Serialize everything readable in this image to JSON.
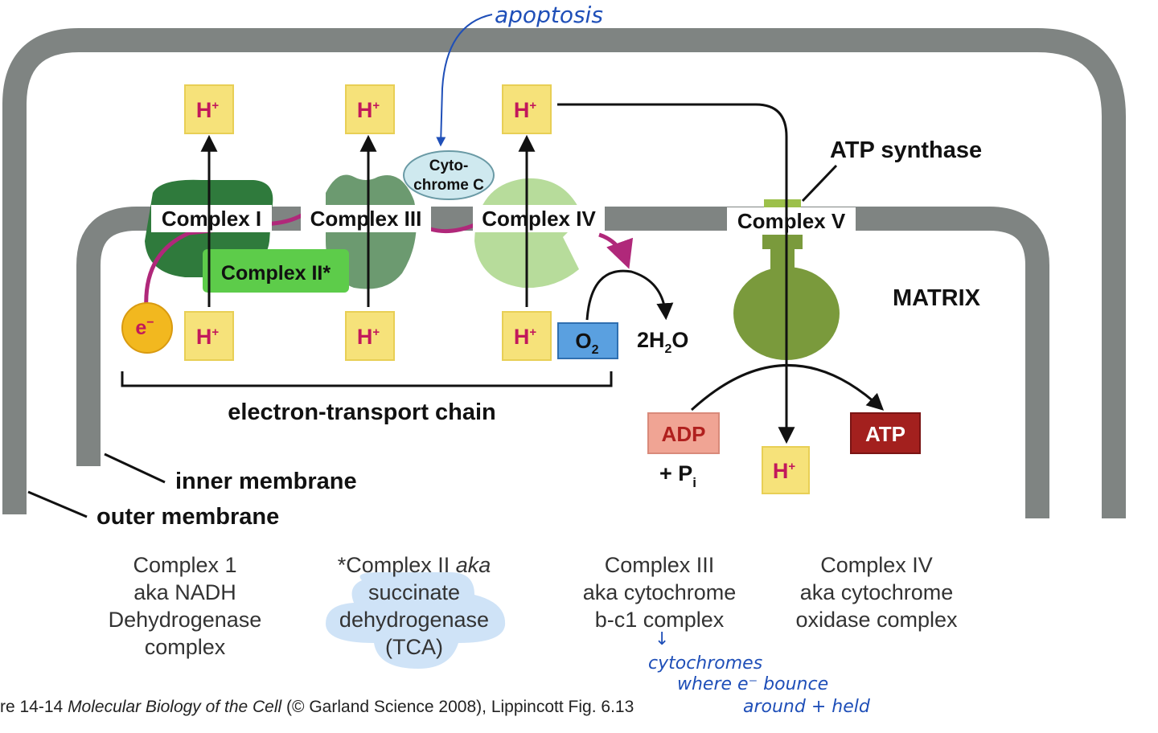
{
  "annotations": {
    "apoptosis": "apoptosis",
    "cyto_note_line1": "cytochromes",
    "cyto_note_line2": "where e⁻ bounce",
    "cyto_note_line3": "around + held",
    "arrow_glyph": "↓"
  },
  "diagram": {
    "h_plus": "H",
    "h_plus_sup": "+",
    "electron": "e",
    "electron_sup": "−",
    "cytochrome_c_line1": "Cyto-",
    "cytochrome_c_line2": "chrome C",
    "complex1": "Complex I",
    "complex2": "Complex II*",
    "complex3": "Complex III",
    "complex4": "Complex IV",
    "complex5": "Complex V",
    "atp_synthase": "ATP synthase",
    "matrix": "MATRIX",
    "o2": "O",
    "o2_sub": "2",
    "water_pre": "2H",
    "water_sub": "2",
    "water_post": "O",
    "adp": "ADP",
    "pi_pre": "+ P",
    "pi_sub": "i",
    "atp": "ATP",
    "etc_label": "electron-transport chain",
    "inner_membrane": "inner membrane",
    "outer_membrane": "outer membrane"
  },
  "captions": {
    "c1": [
      "Complex 1",
      "aka NADH",
      "Dehydrogenase",
      "complex"
    ],
    "c2_line1_pre": "*Complex II ",
    "c2_line1_italic": "aka",
    "c2_rest": [
      "succinate",
      "dehydrogenase",
      "(TCA)"
    ],
    "c3": [
      "Complex III",
      "aka cytochrome",
      "b-c1 complex"
    ],
    "c4": [
      "Complex IV",
      "aka cytochrome",
      "oxidase complex"
    ]
  },
  "footer": {
    "fig": "re 14-14 ",
    "book": "Molecular Biology of the Cell",
    "pub": " (© Garland Science 2008), ",
    "lipp": "Lippincott Fig.  6.13"
  },
  "colors": {
    "membrane": "#7f8482",
    "h_box": "#f6e27a",
    "h_text": "#c2185b",
    "complex1": "#2f7a3c",
    "complex2": "#5dcc4a",
    "complex3": "#6c9a70",
    "complex4": "#b7dc9b",
    "atp_synthase": "#7a9a3c",
    "electron_path": "#b0287a",
    "adp": "#f0a494",
    "atp": "#a3201e",
    "o2": "#5aa0e0",
    "highlight": "#cfe3f7"
  }
}
